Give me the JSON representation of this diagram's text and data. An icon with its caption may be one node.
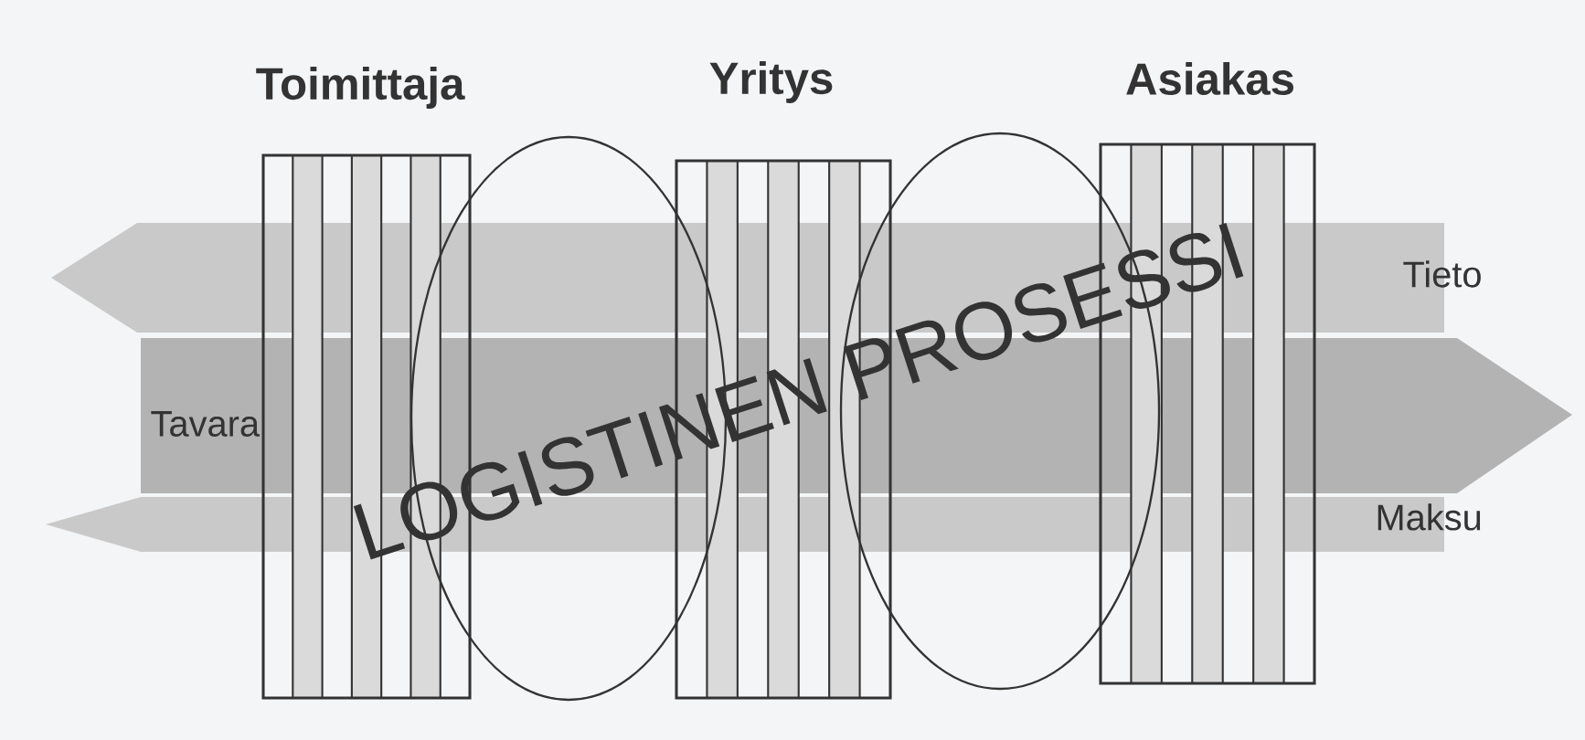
{
  "diagram": {
    "nodes": [
      {
        "text": [
          "Toimittaja"
        ]
      },
      {
        "text": [
          "Yritys"
        ]
      },
      {
        "text": [
          "Asiakas"
        ]
      },
      {
        "text": [],
        "shape": "ellipse"
      },
      {
        "text": [],
        "shape": "ellipse"
      },
      {
        "text": [
          "Tieto"
        ]
      },
      {
        "text": [
          "Tavara"
        ]
      },
      {
        "text": [
          "Maksu"
        ]
      }
    ],
    "labels": [
      "LOGISTINEN PROSESSI"
    ]
  }
}
